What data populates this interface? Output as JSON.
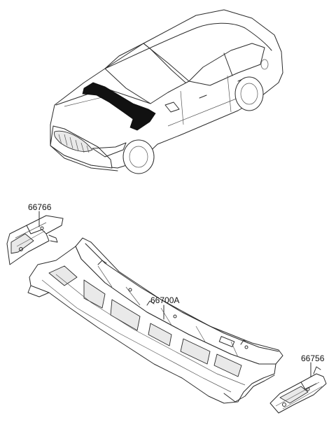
{
  "diagram": {
    "labels": {
      "cowl_panel": "66700A",
      "left_bracket": "66766",
      "right_bracket": "66756"
    }
  }
}
